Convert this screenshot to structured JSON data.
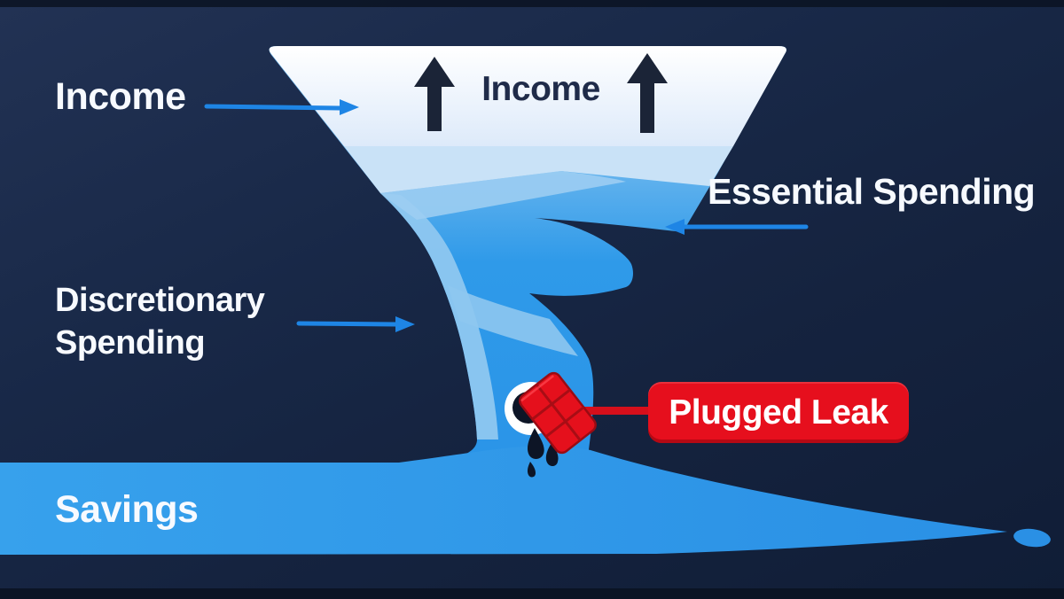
{
  "diagram": {
    "type": "personal-finance-funnel",
    "labels": {
      "income_side": "Income",
      "income_top": "Income",
      "essential_spending": "Essential Spending",
      "discretionary_line1": "Discretionary",
      "discretionary_line2": "Spending",
      "plugged_leak": "Plugged Leak",
      "savings": "Savings"
    },
    "icons": {
      "funnel_mouth_arrows": "up-arrow-icon",
      "income_pointer": "right-arrow-icon",
      "essential_pointer": "left-arrow-icon",
      "discretionary_pointer": "right-arrow-icon",
      "leak": "leak-hole-icon",
      "plug": "patch-plug-icon",
      "drips": "drip-icon"
    },
    "colors": {
      "background_top": "#223254",
      "background_bottom": "#101d36",
      "funnel_white": "#ffffff",
      "funnel_light_blue": "#c9e2f7",
      "funnel_medium_blue": "#8ec7f0",
      "stream_blue": "#2f9ae9",
      "savings_blue": "#2f97e9",
      "pointer_arrow_blue": "#1e85e5",
      "alert_red": "#e60f1d",
      "dark_navy_text": "#1f2b49",
      "white_text": "#f7faff",
      "ink_black": "#0d1526"
    }
  }
}
